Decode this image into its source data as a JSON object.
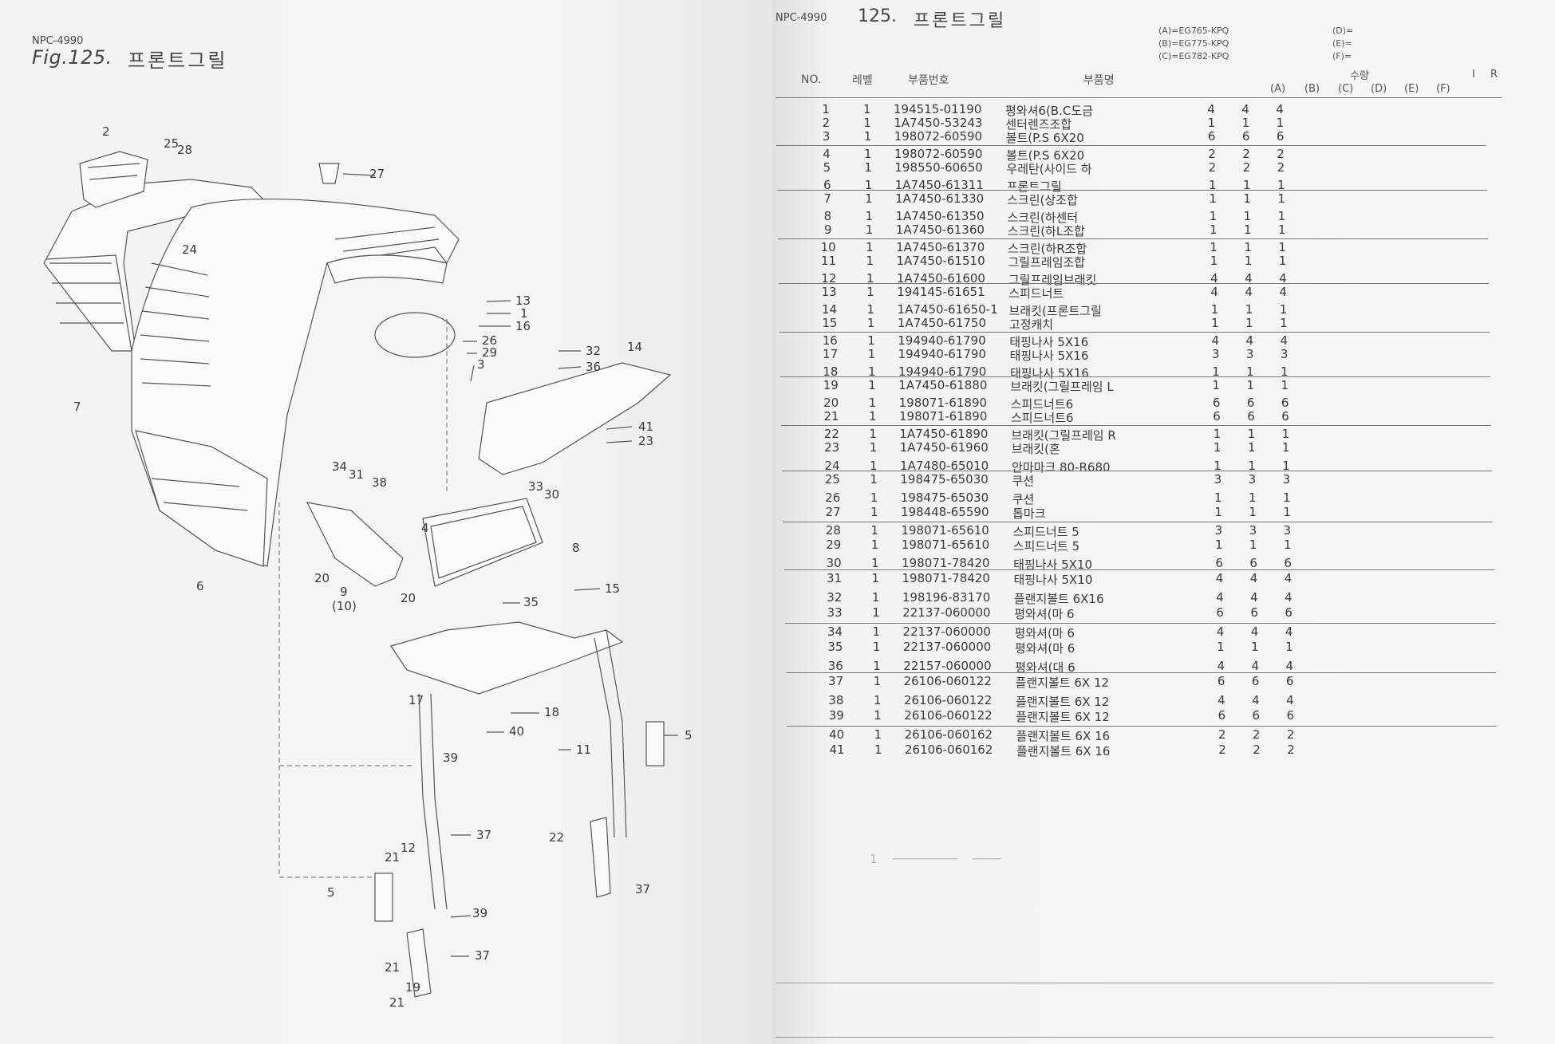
{
  "left_page": {
    "model": "NPC-4990",
    "fig_label": "Fig.125.",
    "fig_name": "프론트그릴",
    "callouts": [
      "2",
      "25",
      "28",
      "27",
      "24",
      "13",
      "1",
      "16",
      "26",
      "29",
      "3",
      "32",
      "36",
      "14",
      "7",
      "41",
      "23",
      "34",
      "31",
      "38",
      "33",
      "30",
      "4",
      "8",
      "20",
      "9",
      "(10)",
      "20",
      "6",
      "15",
      "35",
      "17",
      "18",
      "40",
      "5",
      "39",
      "11",
      "21",
      "12",
      "37",
      "22",
      "37",
      "5",
      "39",
      "37",
      "21",
      "19",
      "21"
    ]
  },
  "right_page": {
    "model": "NPC-4990",
    "title_num": "125.",
    "title_name": "프론트그릴",
    "variants": [
      "(A)=EG765-KPQ",
      "(B)=EG775-KPQ",
      "(C)=EG782-KPQ",
      "(D)=",
      "(E)=",
      "(F)="
    ],
    "headers": {
      "no": "NO.",
      "level": "레벨",
      "part_no": "부품번호",
      "part_name": "부품명",
      "qty": "수량",
      "a": "(A)",
      "b": "(B)",
      "c": "(C)",
      "d": "(D)",
      "e": "(E)",
      "f": "(F)",
      "i": "I",
      "r": "R"
    },
    "rows": [
      {
        "no": "1",
        "lv": "1",
        "pn": "194515-01190",
        "nm": "평와셔6(B.C도금",
        "a": "4",
        "b": "4",
        "c": "4"
      },
      {
        "no": "2",
        "lv": "1",
        "pn": "1A7450-53243",
        "nm": "센터렌즈조합",
        "a": "1",
        "b": "1",
        "c": "1"
      },
      {
        "no": "3",
        "lv": "1",
        "pn": "198072-60590",
        "nm": "볼트(P.S 6X20",
        "a": "6",
        "b": "6",
        "c": "6"
      },
      {
        "no": "4",
        "lv": "1",
        "pn": "198072-60590",
        "nm": "볼트(P.S 6X20",
        "a": "2",
        "b": "2",
        "c": "2"
      },
      {
        "no": "5",
        "lv": "1",
        "pn": "198550-60650",
        "nm": "우레탄(사이드 하",
        "a": "2",
        "b": "2",
        "c": "2"
      },
      {
        "no": "6",
        "lv": "1",
        "pn": "1A7450-61311",
        "nm": "프론트그릴",
        "a": "1",
        "b": "1",
        "c": "1"
      },
      {
        "no": "7",
        "lv": "1",
        "pn": "1A7450-61330",
        "nm": "스크린(상조합",
        "a": "1",
        "b": "1",
        "c": "1"
      },
      {
        "no": "8",
        "lv": "1",
        "pn": "1A7450-61350",
        "nm": "스크린(하센터",
        "a": "1",
        "b": "1",
        "c": "1"
      },
      {
        "no": "9",
        "lv": "1",
        "pn": "1A7450-61360",
        "nm": "스크린(하L조합",
        "a": "1",
        "b": "1",
        "c": "1"
      },
      {
        "no": "10",
        "lv": "1",
        "pn": "1A7450-61370",
        "nm": "스크린(하R조합",
        "a": "1",
        "b": "1",
        "c": "1"
      },
      {
        "no": "11",
        "lv": "1",
        "pn": "1A7450-61510",
        "nm": "그릴프레임조합",
        "a": "1",
        "b": "1",
        "c": "1"
      },
      {
        "no": "12",
        "lv": "1",
        "pn": "1A7450-61600",
        "nm": "그릴프레임브래킷",
        "a": "4",
        "b": "4",
        "c": "4"
      },
      {
        "no": "13",
        "lv": "1",
        "pn": "194145-61651",
        "nm": "스피드너트",
        "a": "4",
        "b": "4",
        "c": "4"
      },
      {
        "no": "14",
        "lv": "1",
        "pn": "1A7450-61650-1",
        "nm": "브래킷(프론트그릴",
        "a": "1",
        "b": "1",
        "c": "1"
      },
      {
        "no": "15",
        "lv": "1",
        "pn": "1A7450-61750",
        "nm": "고정캐치",
        "a": "1",
        "b": "1",
        "c": "1"
      },
      {
        "no": "16",
        "lv": "1",
        "pn": "194940-61790",
        "nm": "태핑나사 5X16",
        "a": "4",
        "b": "4",
        "c": "4"
      },
      {
        "no": "17",
        "lv": "1",
        "pn": "194940-61790",
        "nm": "태핑나사 5X16",
        "a": "3",
        "b": "3",
        "c": "3"
      },
      {
        "no": "18",
        "lv": "1",
        "pn": "194940-61790",
        "nm": "태핑나사 5X16",
        "a": "1",
        "b": "1",
        "c": "1"
      },
      {
        "no": "19",
        "lv": "1",
        "pn": "1A7450-61880",
        "nm": "브래킷(그릴프레임 L",
        "a": "1",
        "b": "1",
        "c": "1"
      },
      {
        "no": "20",
        "lv": "1",
        "pn": "198071-61890",
        "nm": "스피드너트6",
        "a": "6",
        "b": "6",
        "c": "6"
      },
      {
        "no": "21",
        "lv": "1",
        "pn": "198071-61890",
        "nm": "스피드너트6",
        "a": "6",
        "b": "6",
        "c": "6"
      },
      {
        "no": "22",
        "lv": "1",
        "pn": "1A7450-61890",
        "nm": "브래킷(그릴프레임 R",
        "a": "1",
        "b": "1",
        "c": "1"
      },
      {
        "no": "23",
        "lv": "1",
        "pn": "1A7450-61960",
        "nm": "브래킷(혼",
        "a": "1",
        "b": "1",
        "c": "1"
      },
      {
        "no": "24",
        "lv": "1",
        "pn": "1A7480-65010",
        "nm": "안마마크 80-R680",
        "a": "1",
        "b": "1",
        "c": "1"
      },
      {
        "no": "25",
        "lv": "1",
        "pn": "198475-65030",
        "nm": "쿠션",
        "a": "3",
        "b": "3",
        "c": "3"
      },
      {
        "no": "26",
        "lv": "1",
        "pn": "198475-65030",
        "nm": "쿠션",
        "a": "1",
        "b": "1",
        "c": "1"
      },
      {
        "no": "27",
        "lv": "1",
        "pn": "198448-65590",
        "nm": "톱마크",
        "a": "1",
        "b": "1",
        "c": "1"
      },
      {
        "no": "28",
        "lv": "1",
        "pn": "198071-65610",
        "nm": "스피드너트 5",
        "a": "3",
        "b": "3",
        "c": "3"
      },
      {
        "no": "29",
        "lv": "1",
        "pn": "198071-65610",
        "nm": "스피드너트 5",
        "a": "1",
        "b": "1",
        "c": "1"
      },
      {
        "no": "30",
        "lv": "1",
        "pn": "198071-78420",
        "nm": "태핑나사 5X10",
        "a": "6",
        "b": "6",
        "c": "6"
      },
      {
        "no": "31",
        "lv": "1",
        "pn": "198071-78420",
        "nm": "태핑나사 5X10",
        "a": "4",
        "b": "4",
        "c": "4"
      },
      {
        "no": "32",
        "lv": "1",
        "pn": "198196-83170",
        "nm": "플랜지볼트 6X16",
        "a": "4",
        "b": "4",
        "c": "4"
      },
      {
        "no": "33",
        "lv": "1",
        "pn": "22137-060000",
        "nm": "평와셔(마 6",
        "a": "6",
        "b": "6",
        "c": "6"
      },
      {
        "no": "34",
        "lv": "1",
        "pn": "22137-060000",
        "nm": "평와셔(마 6",
        "a": "4",
        "b": "4",
        "c": "4"
      },
      {
        "no": "35",
        "lv": "1",
        "pn": "22137-060000",
        "nm": "평와셔(마 6",
        "a": "1",
        "b": "1",
        "c": "1"
      },
      {
        "no": "36",
        "lv": "1",
        "pn": "22157-060000",
        "nm": "평와셔(대 6",
        "a": "4",
        "b": "4",
        "c": "4"
      },
      {
        "no": "37",
        "lv": "1",
        "pn": "26106-060122",
        "nm": "플랜지볼트 6X 12",
        "a": "6",
        "b": "6",
        "c": "6"
      },
      {
        "no": "38",
        "lv": "1",
        "pn": "26106-060122",
        "nm": "플랜지볼트 6X 12",
        "a": "4",
        "b": "4",
        "c": "4"
      },
      {
        "no": "39",
        "lv": "1",
        "pn": "26106-060122",
        "nm": "플랜지볼트 6X 12",
        "a": "6",
        "b": "6",
        "c": "6"
      },
      {
        "no": "40",
        "lv": "1",
        "pn": "26106-060162",
        "nm": "플랜지볼트 6X 16",
        "a": "2",
        "b": "2",
        "c": "2"
      },
      {
        "no": "41",
        "lv": "1",
        "pn": "26106-060162",
        "nm": "플랜지볼트 6X 16",
        "a": "2",
        "b": "2",
        "c": "2"
      }
    ]
  }
}
